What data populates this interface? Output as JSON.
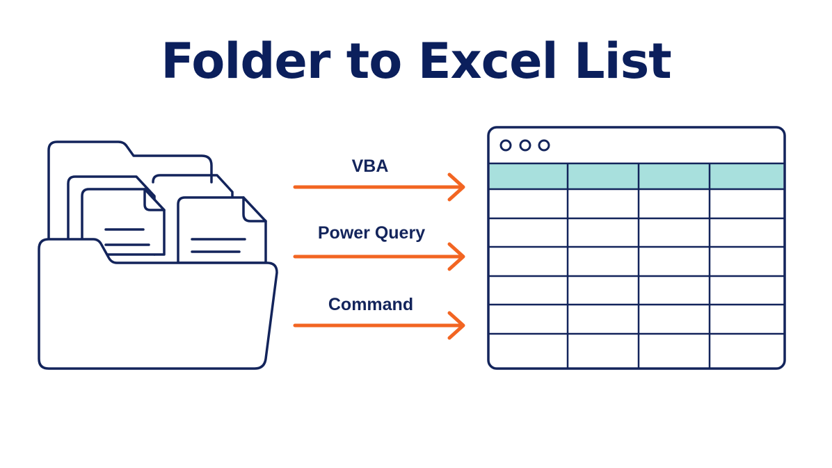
{
  "title": "Folder to Excel List",
  "methods": [
    {
      "label": "VBA"
    },
    {
      "label": "Power Query"
    },
    {
      "label": "Command"
    }
  ],
  "spreadsheet": {
    "columns": 4,
    "header_rows": 1,
    "body_rows": 6
  },
  "icons": {
    "source": "folder-with-documents-icon",
    "target": "spreadsheet-window-icon"
  },
  "colors": {
    "title": "#0b1f5c",
    "outline": "#13245b",
    "arrow": "#f26522",
    "header_fill": "#a8e0dd",
    "background": "#ffffff"
  }
}
